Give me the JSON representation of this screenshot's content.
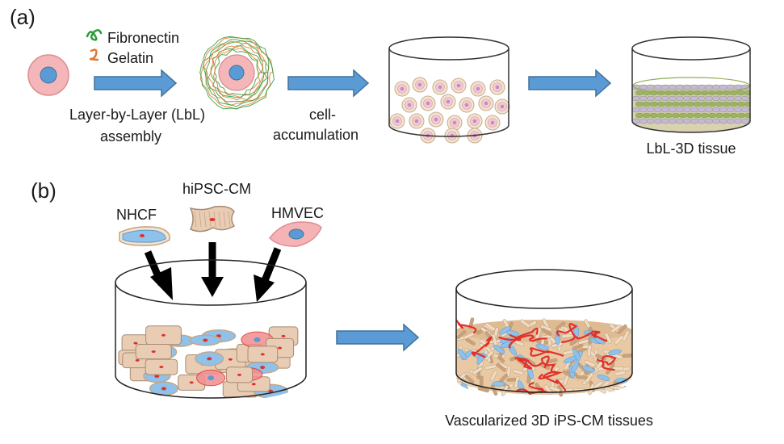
{
  "panel_a": {
    "label": "(a)",
    "legend": [
      {
        "name": "Fibronectin",
        "color": "#2e9a3a"
      },
      {
        "name": "Gelatin",
        "color": "#e07a2f"
      }
    ],
    "step1_label_line1": "Layer-by-Layer (LbL)",
    "step1_label_line2": "assembly",
    "step2_label_line1": "cell-",
    "step2_label_line2": "accumulation",
    "result_label": "LbL-3D tissue"
  },
  "panel_b": {
    "label": "(b)",
    "cell_types": [
      {
        "name": "NHCF"
      },
      {
        "name": "hiPSC-CM"
      },
      {
        "name": "HMVEC"
      }
    ],
    "result_label": "Vascularized 3D iPS-CM tissues"
  },
  "colors": {
    "arrow_fill": "#5b9bd5",
    "arrow_stroke": "#41719c",
    "cell_pink": "#f4b6b8",
    "nucleus_blue": "#5b9bd5",
    "tan": "#e8cdb4",
    "vessel_red": "#e0302a"
  }
}
